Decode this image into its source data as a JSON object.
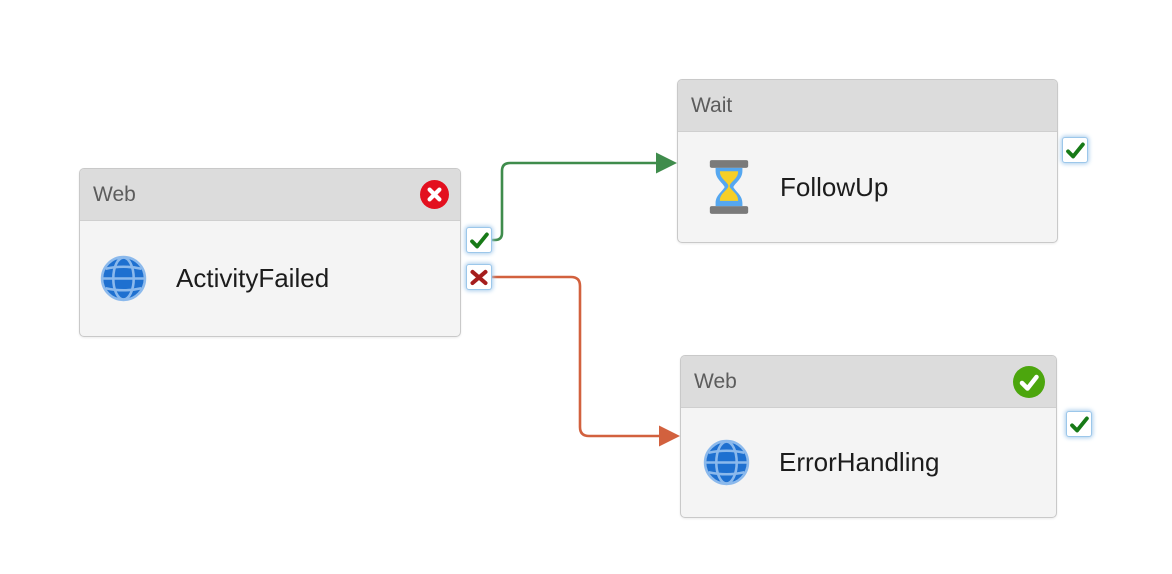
{
  "canvas": {
    "kind": "pipeline-designer-canvas",
    "background": "#ffffff"
  },
  "nodes": [
    {
      "type_label": "Web",
      "name": "ActivityFailed",
      "icon": "globe-icon",
      "status_badge": "error",
      "outputs": [
        "success",
        "failure"
      ]
    },
    {
      "type_label": "Wait",
      "name": "FollowUp",
      "icon": "hourglass-icon",
      "status_badge": null,
      "outputs": [
        "success"
      ]
    },
    {
      "type_label": "Web",
      "name": "ErrorHandling",
      "icon": "globe-icon",
      "status_badge": "success",
      "outputs": [
        "success"
      ]
    }
  ],
  "connectors": [
    {
      "from": "ActivityFailed",
      "output": "success",
      "to": "FollowUp",
      "color": "#3f8c4c"
    },
    {
      "from": "ActivityFailed",
      "output": "failure",
      "to": "ErrorHandling",
      "color": "#d2613e"
    }
  ],
  "ports": [
    {
      "node": "ActivityFailed",
      "kind": "success",
      "icon": "check-icon"
    },
    {
      "node": "ActivityFailed",
      "kind": "failure",
      "icon": "cross-icon"
    },
    {
      "node": "FollowUp",
      "kind": "success",
      "icon": "check-icon"
    },
    {
      "node": "ErrorHandling",
      "kind": "success",
      "icon": "check-icon"
    }
  ],
  "colors": {
    "canvas_bg": "#ffffff",
    "node_header_bg": "#dcdcdc",
    "node_body_bg": "#f4f4f4",
    "node_border": "#c9c9c9",
    "header_text": "#5c5c5c",
    "name_text": "#1c1c1c",
    "success_connector": "#3f8c4c",
    "failure_connector": "#d2613e",
    "port_border": "#9cc7ea",
    "port_check": "#177a17",
    "port_cross": "#a51d1d",
    "badge_error": "#e3101f",
    "badge_success": "#4ca60d",
    "globe_fill": "#1e70d0",
    "globe_lines": "#8bb9ec",
    "hourglass_frame": "#7a7a7a",
    "hourglass_glass": "#55a7f0",
    "hourglass_sand": "#f6cf26"
  }
}
